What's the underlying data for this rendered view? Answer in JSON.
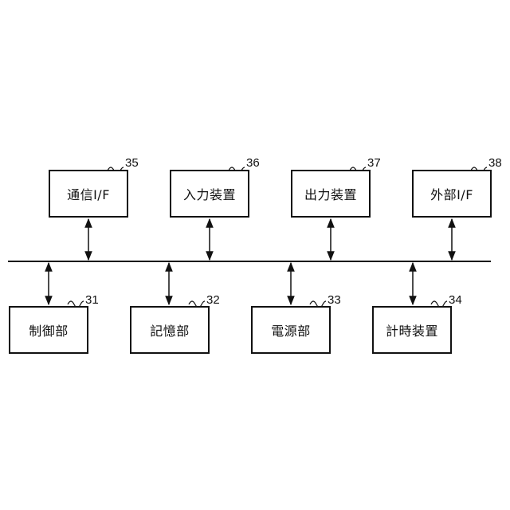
{
  "diagram": {
    "top_row": [
      {
        "label": "通信I/F",
        "ref": "35"
      },
      {
        "label": "入力装置",
        "ref": "36"
      },
      {
        "label": "出力装置",
        "ref": "37"
      },
      {
        "label": "外部I/F",
        "ref": "38"
      }
    ],
    "bottom_row": [
      {
        "label": "制御部",
        "ref": "31"
      },
      {
        "label": "記憶部",
        "ref": "32"
      },
      {
        "label": "電源部",
        "ref": "33"
      },
      {
        "label": "計時装置",
        "ref": "34"
      }
    ]
  }
}
